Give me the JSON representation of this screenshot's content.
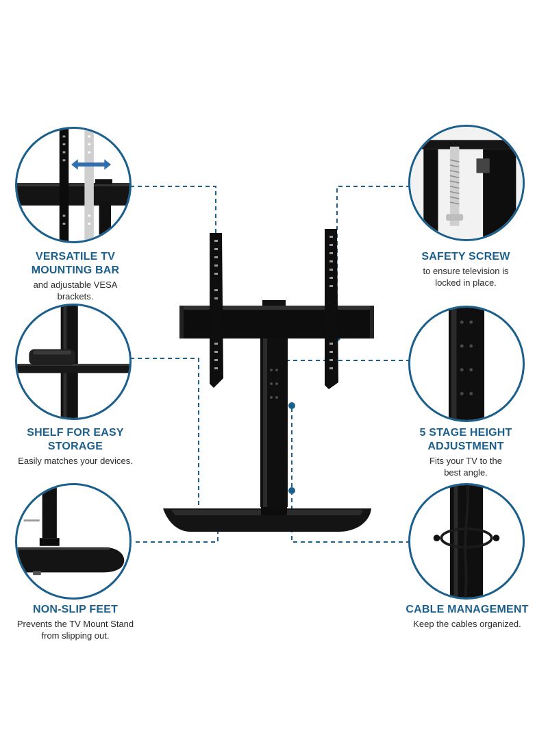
{
  "colors": {
    "accent": "#1b5f8c",
    "title": "#1b5f8c",
    "text": "#2a2a2a",
    "metal": "#111111",
    "glass": "#1a1a1a"
  },
  "callouts": [
    {
      "id": "mounting-bar",
      "title_lines": [
        "VERSATILE TV",
        "MOUNTING BAR"
      ],
      "desc_lines": [
        "and adjustable VESA",
        "brackets."
      ]
    },
    {
      "id": "safety-screw",
      "title_lines": [
        "SAFETY SCREW"
      ],
      "desc_lines": [
        "to ensure television is",
        "locked in place."
      ]
    },
    {
      "id": "shelf",
      "title_lines": [
        "SHELF FOR EASY",
        "STORAGE"
      ],
      "desc_lines": [
        "Easily matches your devices."
      ]
    },
    {
      "id": "height",
      "title_lines": [
        "5 STAGE HEIGHT",
        "ADJUSTMENT"
      ],
      "desc_lines": [
        "Fits your TV to the",
        "best angle."
      ]
    },
    {
      "id": "feet",
      "title_lines": [
        "NON-SLIP FEET"
      ],
      "desc_lines": [
        "Prevents the TV Mount Stand",
        "from slipping out."
      ]
    },
    {
      "id": "cable",
      "title_lines": [
        "CABLE MANAGEMENT"
      ],
      "desc_lines": [
        "Keep the cables organized."
      ]
    }
  ],
  "icons": [
    "arrow-double-horizontal-icon"
  ]
}
